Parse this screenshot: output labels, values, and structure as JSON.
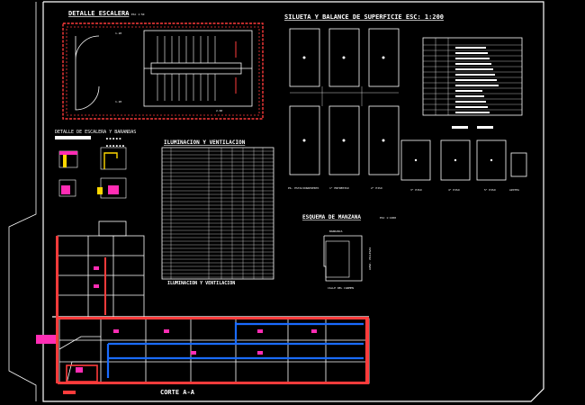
{
  "titles": {
    "stair_detail": "DETALLE ESCALERA",
    "stair_detail_scale": "ESC 1:50",
    "railing_detail": "DETALLE DE ESCALERA Y BARANDAS",
    "silhouette": "SILUETA Y BALANCE DE SUPERFICIE ESC: 1:200",
    "lighting": "ILUMINACION Y VENTILACION",
    "block_sketch": "ESQUEMA DE MANZANA",
    "block_sketch_scale": "ESC 1:1000",
    "section": "CORTE A-A"
  },
  "silhouette_labels": [
    "Pb. ESTACIONAMIENTO",
    "1° ENTREPISO",
    "2° PISO",
    "3° PISO",
    "4° PISO",
    "5° PISO",
    "AZOTEA"
  ],
  "block_streets": [
    "BARRANCA",
    "AVDA. VILLEGAS",
    "CALLE DEL CARMEN"
  ],
  "colors": {
    "background": "#000000",
    "frame": "#ffffff",
    "walls": "#ff3b3b",
    "pipes": "#1a6bff",
    "magenta": "#ff2db4",
    "yellow": "#ffd700",
    "green": "#32d74b",
    "cyan": "#3ad6e8"
  }
}
